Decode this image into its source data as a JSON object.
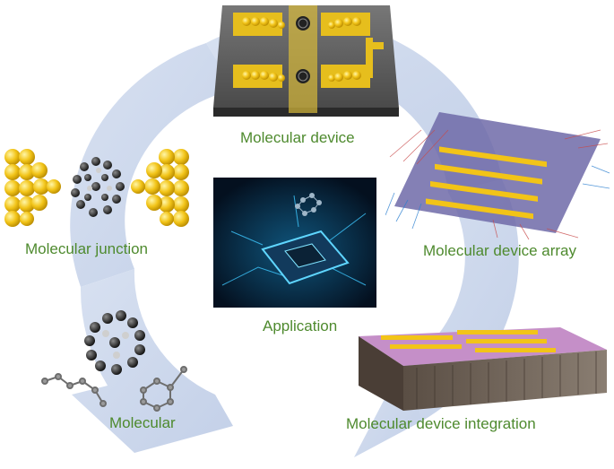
{
  "labels": {
    "molecular_device": "Molecular device",
    "molecular_junction": "Molecular junction",
    "molecular_device_array": "Molecular device array",
    "application": "Application",
    "molecular": "Molecular",
    "molecular_device_integration": "Molecular device integration"
  },
  "colors": {
    "label_green": "#4e8a2e",
    "cycle_arrow": "#c9d5ea",
    "gold": "#f2c418",
    "chip_glow": "#1fb6ff"
  }
}
